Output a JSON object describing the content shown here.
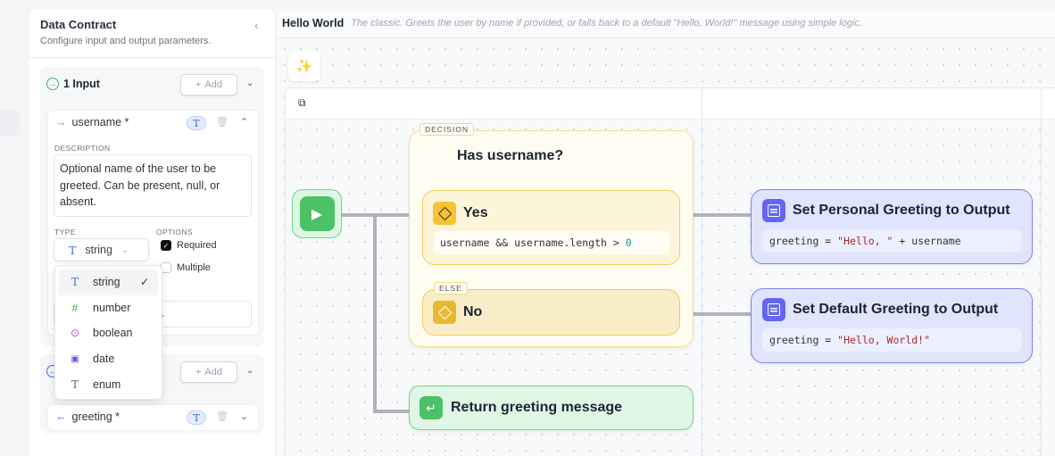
{
  "panel": {
    "title": "Data Contract",
    "subtitle": "Configure input and output parameters.",
    "inputs": {
      "heading": "1 Input",
      "add_label": "Add",
      "param": {
        "name": "username *",
        "type_badge": "T",
        "description_label": "DESCRIPTION",
        "description": "Optional name of the user to be greeted. Can be present, null, or absent.",
        "type_label": "TYPE",
        "type_value": "string",
        "options_label": "OPTIONS",
        "required_label": "Required",
        "required_checked": true,
        "multiple_label": "Multiple",
        "multiple_checked": false,
        "hidden_field_tail": "."
      }
    },
    "outputs": {
      "add_label": "Add",
      "param": {
        "name": "greeting *",
        "type_badge": "T"
      }
    },
    "type_dropdown": {
      "selected": "string",
      "options": [
        {
          "label": "string",
          "icon": "T",
          "color": "#3b6fe0"
        },
        {
          "label": "number",
          "icon": "#",
          "color": "#2fae57"
        },
        {
          "label": "boolean",
          "icon": "⊙",
          "color": "#b04ad8"
        },
        {
          "label": "date",
          "icon": "▣",
          "color": "#6a4be8"
        },
        {
          "label": "enum",
          "icon": "T",
          "color": "#666"
        }
      ]
    }
  },
  "workflow": {
    "title": "Hello World",
    "description": "The classic. Greets the user by name if provided, or falls back to a default \"Hello, World!\" message using simple logic.",
    "decision": {
      "tag": "DECISION",
      "title": "Has username?",
      "yes_label": "Yes",
      "yes_code_a": "username && username.length > ",
      "yes_code_b": "0",
      "else_tag": "ELSE",
      "no_label": "No"
    },
    "actions": [
      {
        "title": "Set Personal Greeting to Output",
        "code_a": "greeting = ",
        "code_str": "\"Hello, \"",
        "code_b": " + username"
      },
      {
        "title": "Set Default Greeting to Output",
        "code_a": "greeting = ",
        "code_str": "\"Hello, World!\"",
        "code_b": ""
      }
    ],
    "return_title": "Return greeting message"
  },
  "colors": {
    "start": "#4cc165",
    "decision": "#f7c233",
    "action": "#6466f1",
    "return": "#4cc165"
  }
}
